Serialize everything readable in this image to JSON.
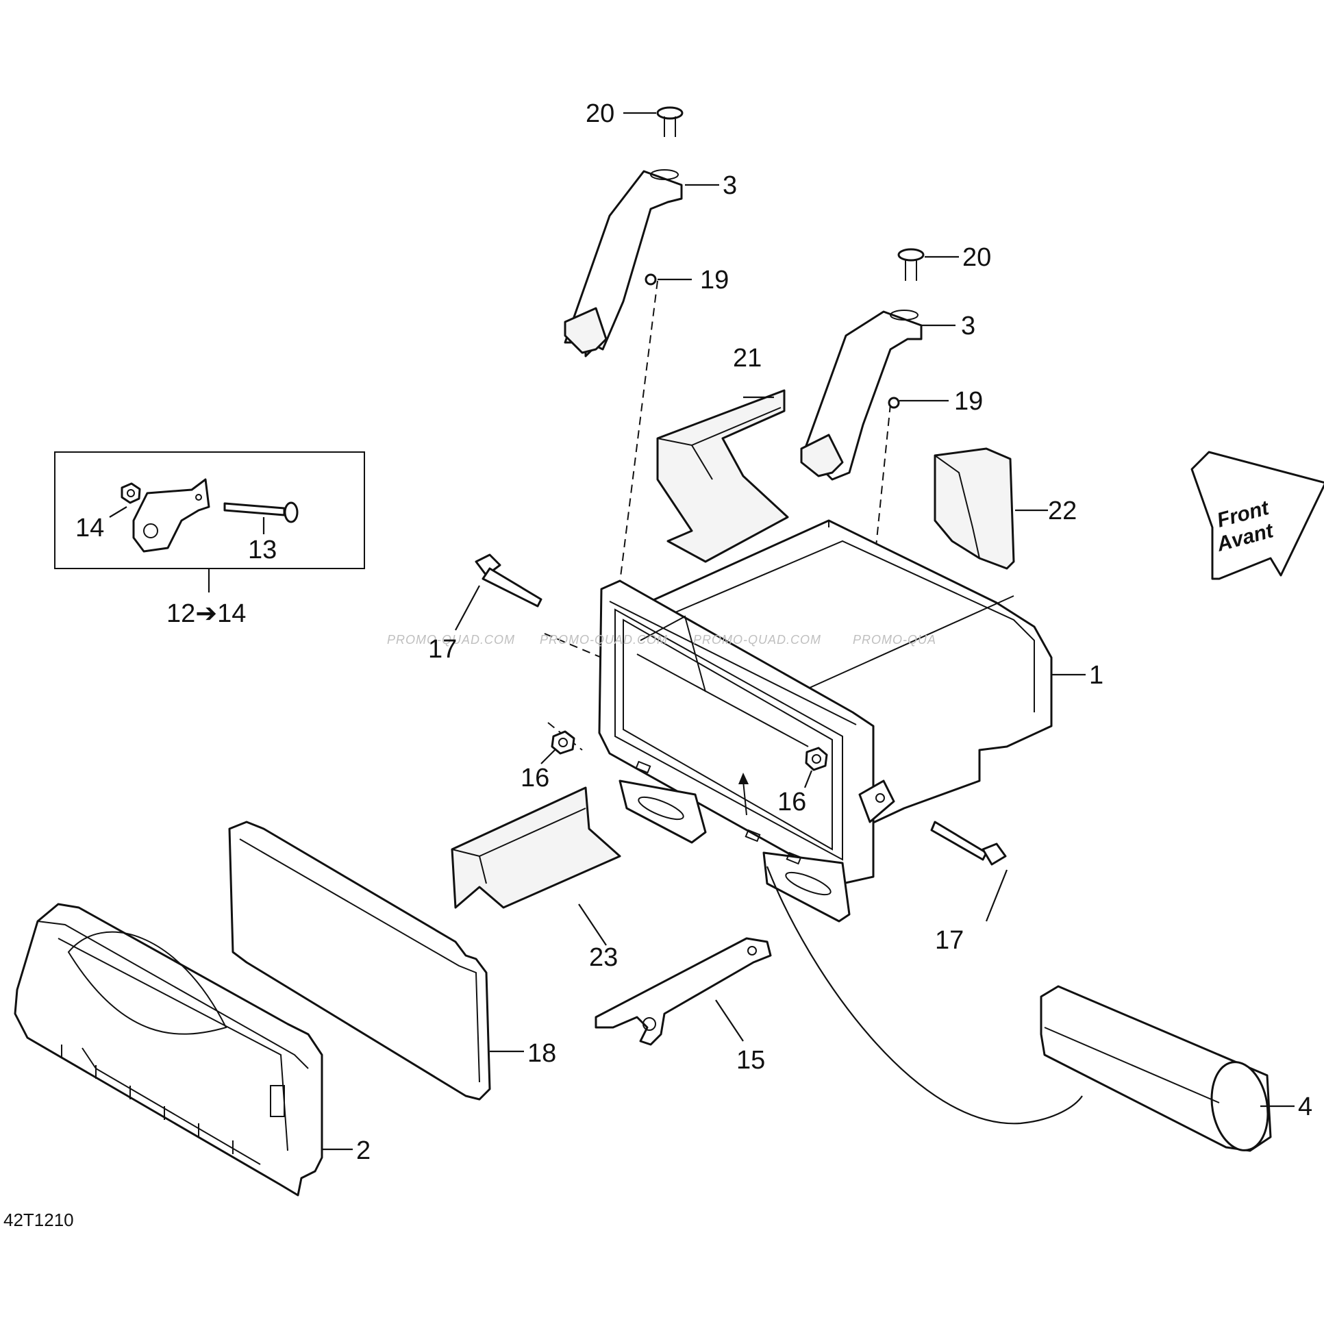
{
  "drawing": {
    "reference": "42T1210",
    "watermark": "PROMO-QUAD.COM",
    "watermark_partial": "PROMO-QUA"
  },
  "direction": {
    "line1": "Front",
    "line2": "Avant"
  },
  "kit": {
    "label": "12➔14"
  },
  "callouts": {
    "c1": "1",
    "c2": "2",
    "c3a": "3",
    "c3b": "3",
    "c4": "4",
    "c13": "13",
    "c14": "14",
    "c15": "15",
    "c16a": "16",
    "c16b": "16",
    "c17a": "17",
    "c17b": "17",
    "c18": "18",
    "c19a": "19",
    "c19b": "19",
    "c20a": "20",
    "c20b": "20",
    "c21": "21",
    "c22": "22",
    "c23": "23"
  }
}
